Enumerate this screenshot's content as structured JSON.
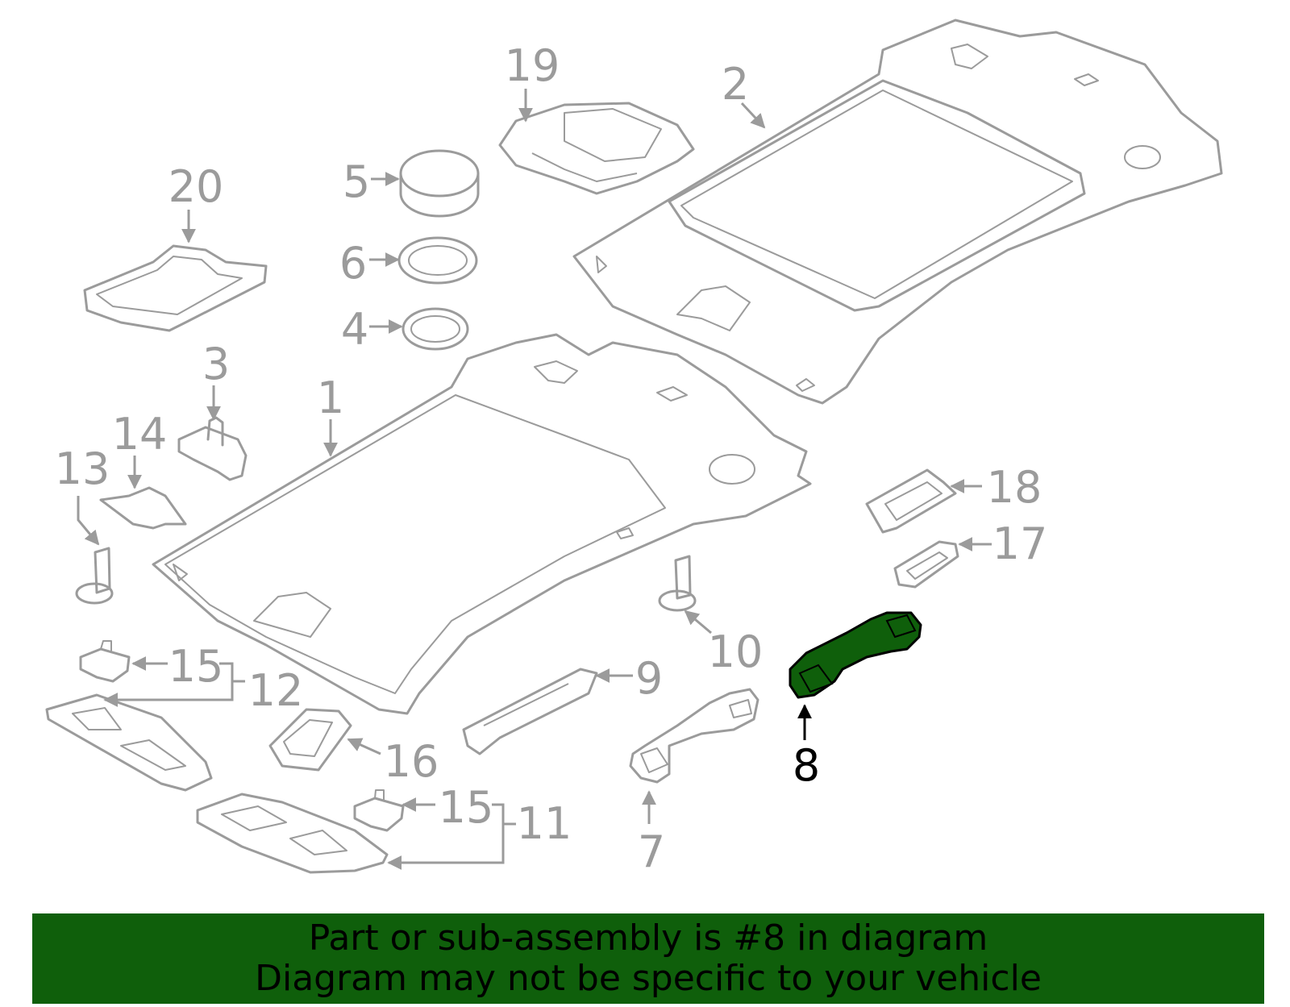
{
  "callouts": {
    "c1": "1",
    "c2": "2",
    "c3": "3",
    "c4": "4",
    "c5": "5",
    "c6": "6",
    "c7": "7",
    "c8": "8",
    "c9": "9",
    "c10": "10",
    "c11": "11",
    "c12": "12",
    "c13": "13",
    "c14": "14",
    "c15a": "15",
    "c15b": "15",
    "c16": "16",
    "c17": "17",
    "c18": "18",
    "c19": "19",
    "c20": "20"
  },
  "highlighted_part": "8",
  "colors": {
    "part_line": "#9b9b9b",
    "highlight_fill": "#0f5f0b",
    "banner_bg": "#0f5f0b",
    "text": "#000000"
  },
  "banner": {
    "line1": "Part or sub-assembly is #8 in diagram",
    "line2": "Diagram may not be specific to your vehicle"
  }
}
